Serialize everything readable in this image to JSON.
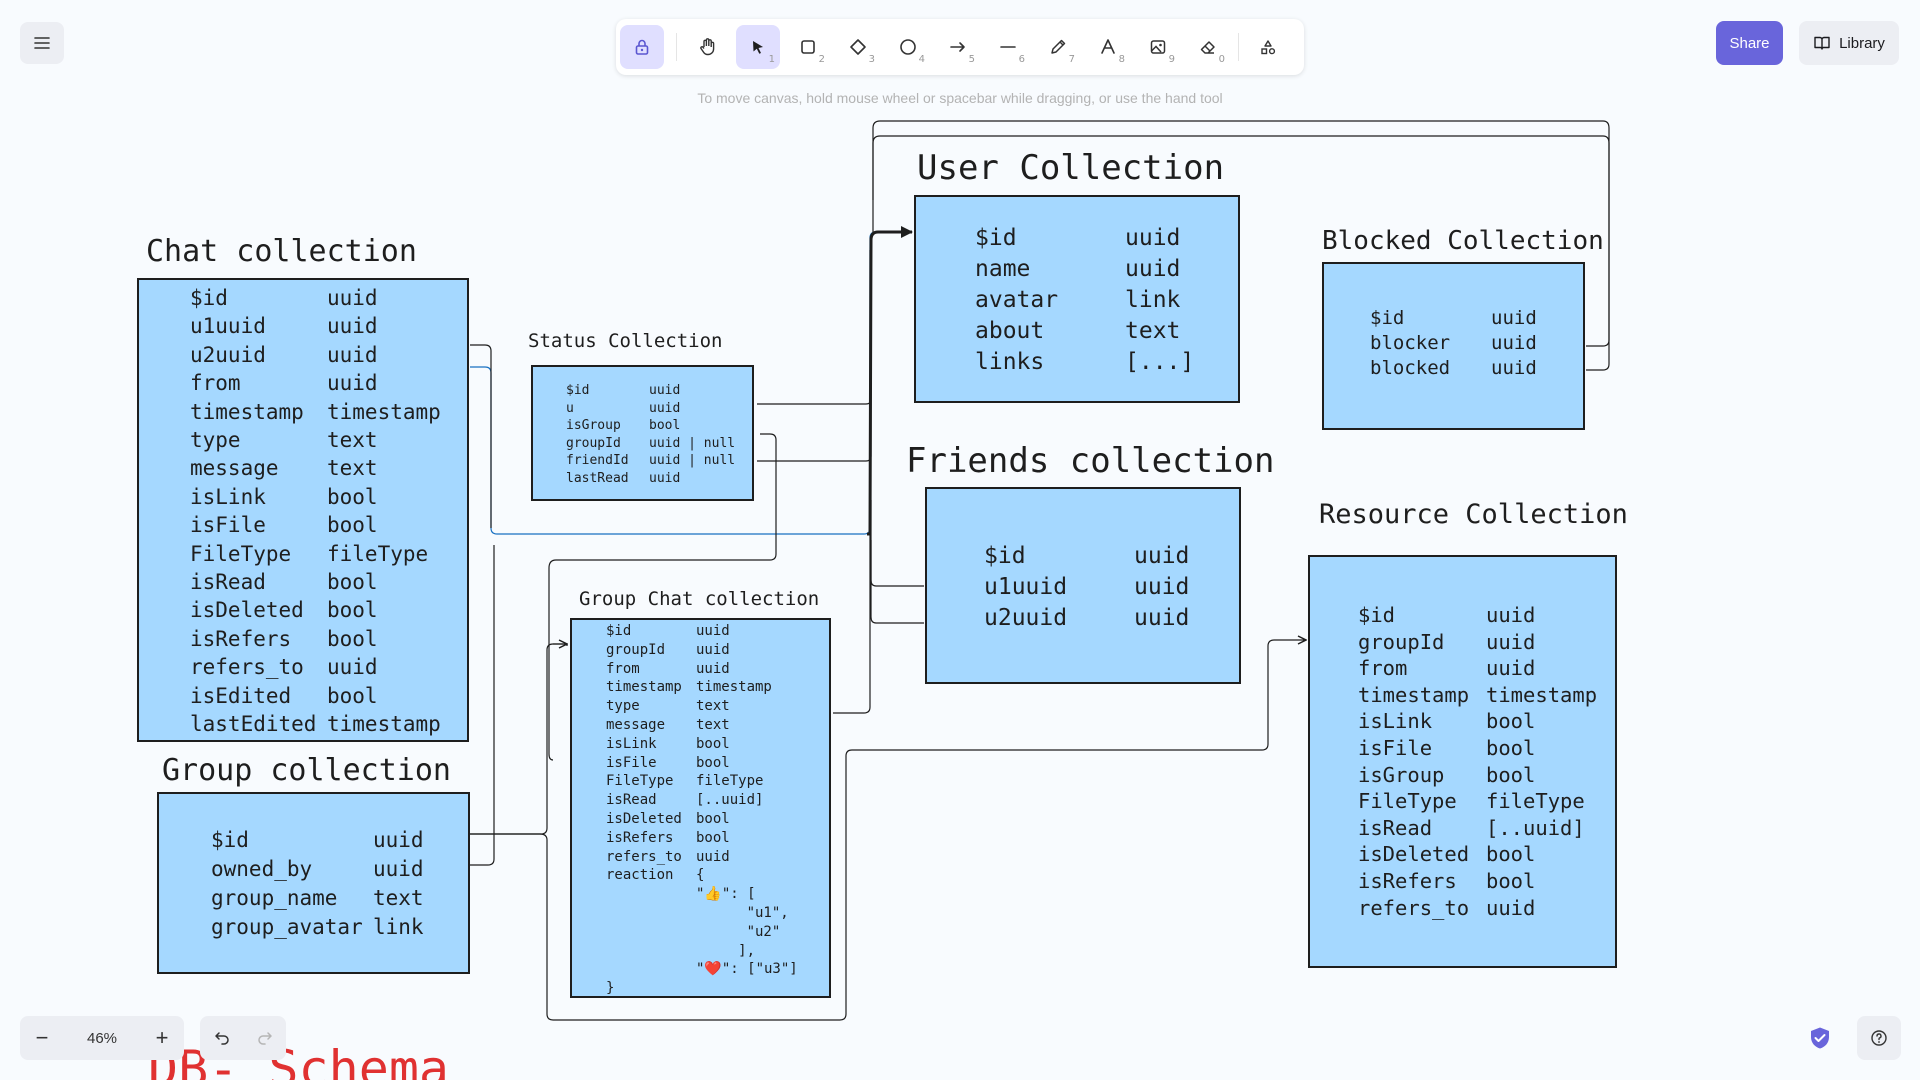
{
  "toolbar": {
    "tools": [
      {
        "name": "lock-tool",
        "sub": ""
      },
      {
        "name": "hand-tool",
        "sub": ""
      },
      {
        "name": "selection-tool",
        "sub": "1"
      },
      {
        "name": "rectangle-tool",
        "sub": "2"
      },
      {
        "name": "diamond-tool",
        "sub": "3"
      },
      {
        "name": "ellipse-tool",
        "sub": "4"
      },
      {
        "name": "arrow-tool",
        "sub": "5"
      },
      {
        "name": "line-tool",
        "sub": "6"
      },
      {
        "name": "draw-tool",
        "sub": "7"
      },
      {
        "name": "text-tool",
        "sub": "8"
      },
      {
        "name": "image-tool",
        "sub": "9"
      },
      {
        "name": "eraser-tool",
        "sub": "0"
      },
      {
        "name": "more-tools",
        "sub": ""
      }
    ],
    "active_tool": "selection-tool",
    "accent_color": "#6965db"
  },
  "hint": "To move canvas, hold mouse wheel or spacebar while dragging, or use the hand tool",
  "share_label": "Share",
  "library_label": "Library",
  "zoom": {
    "value": "46%",
    "minus": "−",
    "plus": "+"
  },
  "colors": {
    "box_fill": "#a5d8ff",
    "stroke": "#1e1e1e",
    "accent_red": "#e03131"
  },
  "partial_title": "DB- Schema",
  "collections": {
    "chat": {
      "title": "Chat collection",
      "fields": [
        [
          "$id",
          "uuid"
        ],
        [
          "u1uuid",
          "uuid"
        ],
        [
          "u2uuid",
          "uuid"
        ],
        [
          "from",
          "uuid"
        ],
        [
          "timestamp",
          "timestamp"
        ],
        [
          "type",
          "text"
        ],
        [
          "message",
          "text"
        ],
        [
          "isLink",
          "bool"
        ],
        [
          "isFile",
          "bool"
        ],
        [
          "FileType",
          "fileType"
        ],
        [
          "isRead",
          "bool"
        ],
        [
          "isDeleted",
          "bool"
        ],
        [
          "isRefers",
          "bool"
        ],
        [
          "refers_to",
          "uuid"
        ],
        [
          "isEdited",
          "bool"
        ],
        [
          "lastEdited",
          "timestamp"
        ]
      ]
    },
    "group": {
      "title": "Group collection",
      "fields": [
        [
          "$id",
          "uuid"
        ],
        [
          "owned_by",
          "uuid"
        ],
        [
          "group_name",
          "text"
        ],
        [
          "group_avatar",
          "link"
        ]
      ]
    },
    "status": {
      "title": "Status Collection",
      "fields": [
        [
          "$id",
          "uuid"
        ],
        [
          "u",
          "uuid"
        ],
        [
          "isGroup",
          "bool"
        ],
        [
          "groupId",
          "uuid | null"
        ],
        [
          "friendId",
          "uuid | null"
        ],
        [
          "lastRead",
          "uuid"
        ]
      ]
    },
    "group_chat": {
      "title": "Group Chat collection",
      "fields": [
        [
          "$id",
          "uuid"
        ],
        [
          "groupId",
          "uuid"
        ],
        [
          "from",
          "uuid"
        ],
        [
          "timestamp",
          "timestamp"
        ],
        [
          "type",
          "text"
        ],
        [
          "message",
          "text"
        ],
        [
          "isLink",
          "bool"
        ],
        [
          "isFile",
          "bool"
        ],
        [
          "FileType",
          "fileType"
        ],
        [
          "isRead",
          "[..uuid]"
        ],
        [
          "isDeleted",
          "bool"
        ],
        [
          "isRefers",
          "bool"
        ],
        [
          "refers_to",
          "uuid"
        ],
        [
          "reaction",
          "{"
        ],
        [
          "",
          "\"👍\": ["
        ],
        [
          "",
          "      \"u1\","
        ],
        [
          "",
          "      \"u2\""
        ],
        [
          "",
          "     ],"
        ],
        [
          "",
          "\"❤️\": [\"u3\"]"
        ],
        [
          "}",
          ""
        ]
      ]
    },
    "user": {
      "title": "User Collection",
      "fields": [
        [
          "$id",
          "uuid"
        ],
        [
          "name",
          "uuid"
        ],
        [
          "avatar",
          "link"
        ],
        [
          "about",
          "text"
        ],
        [
          "links",
          "[...]"
        ]
      ]
    },
    "friends": {
      "title": "Friends collection",
      "fields": [
        [
          "$id",
          "uuid"
        ],
        [
          "u1uuid",
          "uuid"
        ],
        [
          "u2uuid",
          "uuid"
        ]
      ]
    },
    "blocked": {
      "title": "Blocked Collection",
      "fields": [
        [
          "$id",
          "uuid"
        ],
        [
          "blocker",
          "uuid"
        ],
        [
          "blocked",
          "uuid"
        ]
      ]
    },
    "resource": {
      "title": "Resource Collection",
      "fields": [
        [
          "$id",
          "uuid"
        ],
        [
          "groupId",
          "uuid"
        ],
        [
          "from",
          "uuid"
        ],
        [
          "timestamp",
          "timestamp"
        ],
        [
          "isLink",
          "bool"
        ],
        [
          "isFile",
          "bool"
        ],
        [
          "isGroup",
          "bool"
        ],
        [
          "FileType",
          "fileType"
        ],
        [
          "isRead",
          "[..uuid]"
        ],
        [
          "isDeleted",
          "bool"
        ],
        [
          "isRefers",
          "bool"
        ],
        [
          "refers_to",
          "uuid"
        ]
      ]
    }
  }
}
